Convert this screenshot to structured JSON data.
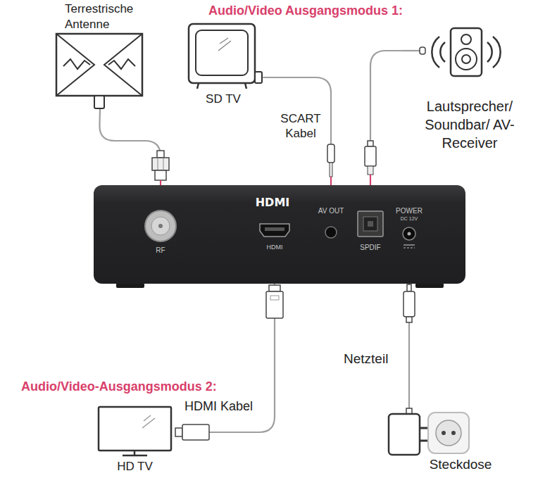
{
  "diagram": {
    "nodes": [
      {
        "text": [
          "Terrestrische Antenne"
        ]
      },
      {
        "text": [
          "SD TV"
        ]
      },
      {
        "text": [
          "Lautsprecher/ Soundbar/ AV-Receiver"
        ]
      },
      {
        "text": [
          "HDMI"
        ]
      },
      {
        "text": [
          "RF"
        ],
        "in": 3
      },
      {
        "text": [
          "HDMI"
        ],
        "in": 3
      },
      {
        "text": [
          "AV OUT"
        ],
        "in": 3
      },
      {
        "text": [
          "SPDIF"
        ],
        "in": 3
      },
      {
        "text": [
          "POWER",
          "DC 12V"
        ],
        "in": 3
      },
      {
        "text": [
          "Netzteil"
        ]
      },
      {
        "text": [
          "HD TV"
        ]
      },
      {
        "text": [
          "Steckdose"
        ]
      }
    ],
    "edges": [
      {
        "from": 0,
        "to": 4,
        "arrow": "none"
      },
      {
        "from": 1,
        "to": 6,
        "label": "SCART Kabel",
        "arrow": "none"
      },
      {
        "from": 2,
        "to": 7,
        "arrow": "none"
      },
      {
        "from": 5,
        "to": 10,
        "label": "HDMI Kabel",
        "arrow": "none"
      },
      {
        "from": 8,
        "to": 9,
        "arrow": "none"
      }
    ],
    "labels": [
      "Audio/Video Ausgangsmodus 1:",
      "Audio/Video-Ausgangsmodus 2:"
    ]
  }
}
